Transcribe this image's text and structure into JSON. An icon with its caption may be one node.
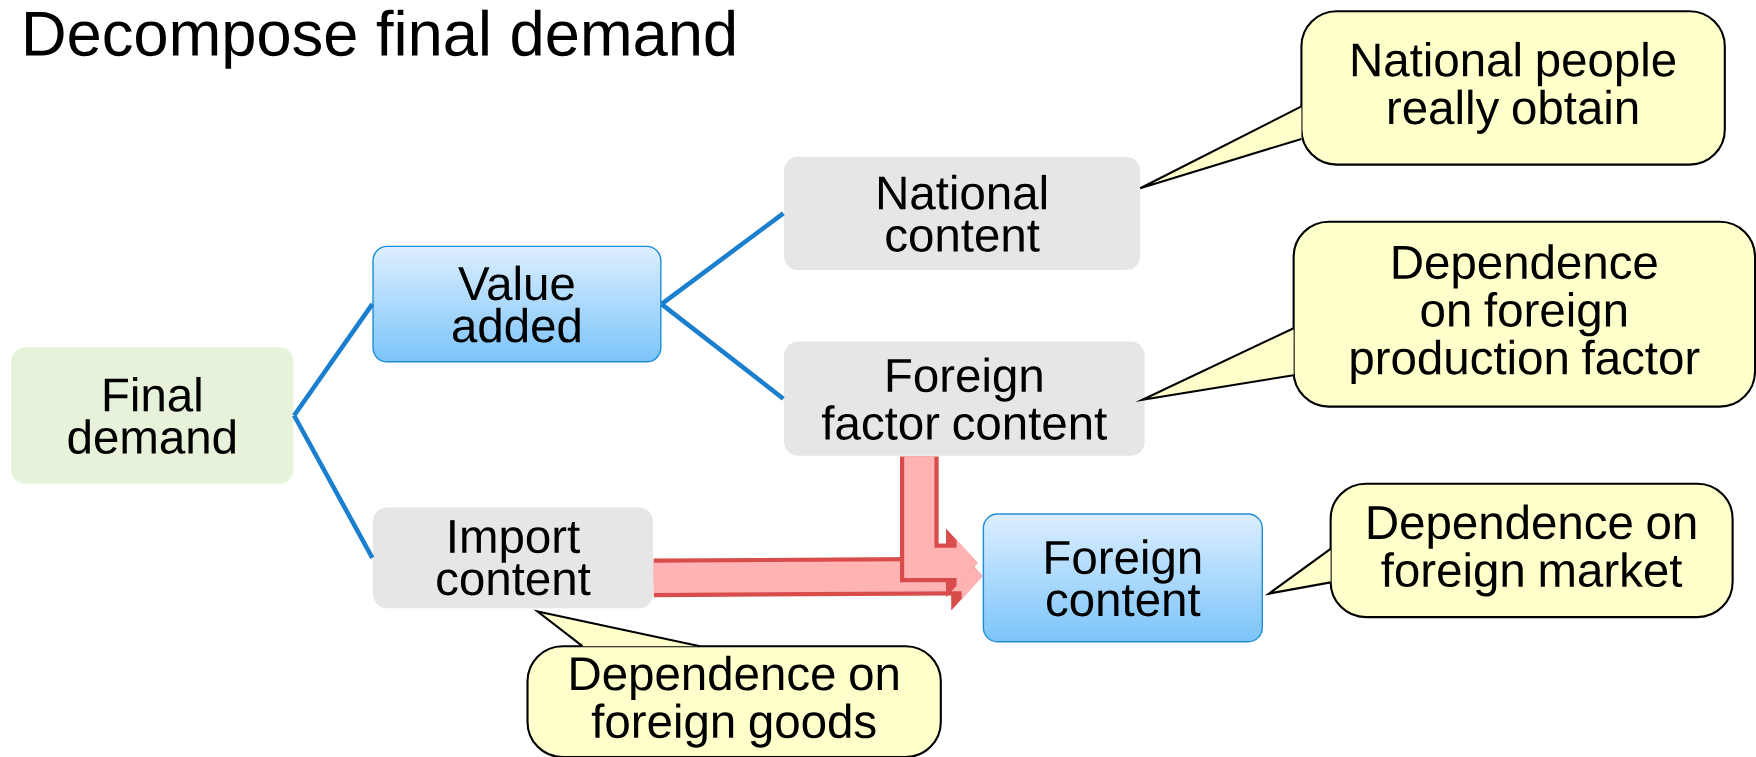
{
  "diagram": {
    "title": "Decompose final demand",
    "nodes": [
      {
        "text": [
          "Final demand"
        ]
      },
      {
        "text": [
          "Value added"
        ]
      },
      {
        "text": [
          "National content"
        ]
      },
      {
        "text": [
          "Foreign factor content"
        ]
      },
      {
        "text": [
          "Import content"
        ]
      },
      {
        "text": [
          "Foreign content"
        ]
      },
      {
        "text": [
          "National people really obtain"
        ]
      },
      {
        "text": [
          "Dependence on foreign production factor"
        ]
      },
      {
        "text": [
          "Dependence on foreign market"
        ]
      },
      {
        "text": [
          "Dependence on foreign goods"
        ]
      }
    ],
    "edges": [
      {
        "from": 0,
        "to": 1,
        "arrow": "none"
      },
      {
        "from": 0,
        "to": 4,
        "arrow": "none"
      },
      {
        "from": 1,
        "to": 2,
        "arrow": "none"
      },
      {
        "from": 1,
        "to": 3,
        "arrow": "none"
      },
      {
        "from": 4,
        "to": 5,
        "arrow": "to",
        "style": "thick",
        "color": "#ffb3b3"
      },
      {
        "from": 3,
        "to": 5,
        "arrow": "to",
        "style": "thick",
        "color": "#ffb3b3"
      }
    ]
  }
}
